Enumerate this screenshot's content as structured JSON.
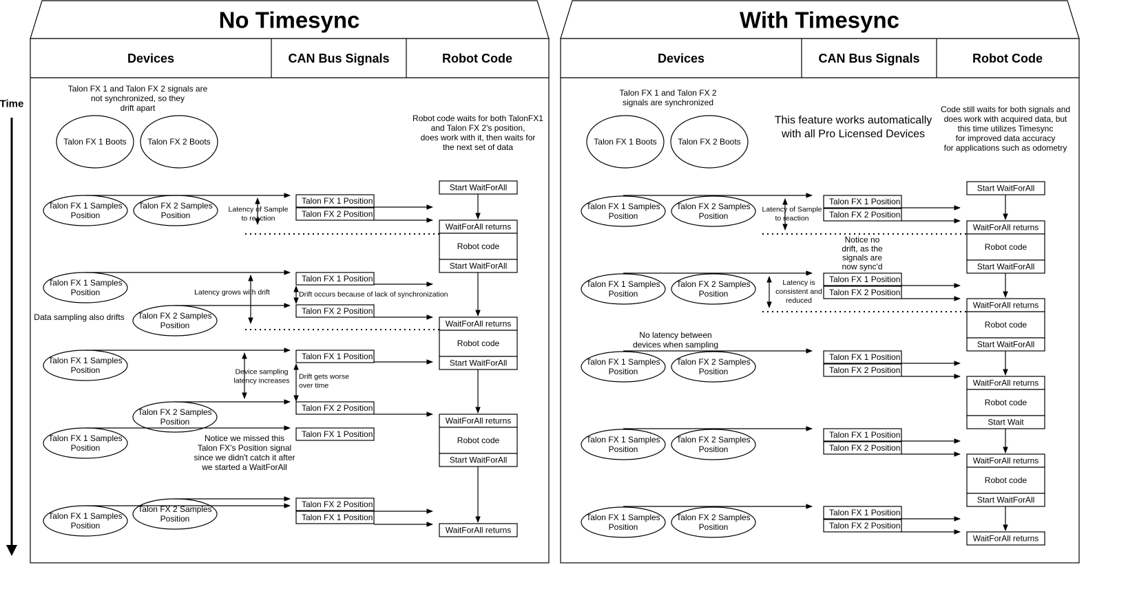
{
  "time_label": "Time",
  "panels": [
    {
      "title": "No Timesync",
      "col_devices": "Devices",
      "col_can": "CAN Bus Signals",
      "col_robot": "Robot Code",
      "boot_note": [
        "Talon FX 1 and Talon FX 2 signals are",
        "not synchronized, so they",
        "drift apart"
      ],
      "robot_note": [
        "Robot code waits for both TalonFX1",
        "and Talon FX 2's position,",
        "does work with it, then waits for",
        "the next set of data"
      ],
      "boot1": "Talon FX 1 Boots",
      "boot2": "Talon FX 2 Boots",
      "annotations": {
        "latency_sample": [
          "Latency of Sample",
          "to reaction"
        ],
        "latency_grows": "Latency grows with drift",
        "drift_occurs": "Drift occurs because of lack of synchronization",
        "data_drifts": "Data sampling also drifts",
        "device_latency": [
          "Device sampling",
          "latency increases"
        ],
        "drift_worse": [
          "Drift gets worse",
          "over time"
        ],
        "missed": [
          "Notice we missed this",
          "Talon FX's Position signal",
          "since we didn't catch it after",
          "we started a WaitForAll"
        ]
      }
    },
    {
      "title": "With Timesync",
      "col_devices": "Devices",
      "col_can": "CAN Bus Signals",
      "col_robot": "Robot Code",
      "boot_note": [
        "Talon FX 1 and Talon FX 2",
        "signals are synchronized"
      ],
      "feature_note": [
        "This feature works automatically",
        "with all Pro Licensed Devices"
      ],
      "robot_note": [
        "Code still waits for both signals and",
        "does work with acquired data, but",
        "this time utilizes Timesync",
        "for improved data accuracy",
        "for applications such as odometry"
      ],
      "boot1": "Talon FX 1 Boots",
      "boot2": "Talon FX 2 Boots",
      "annotations": {
        "latency_sample": [
          "Latency of Sample",
          "to reaction"
        ],
        "no_drift": [
          "Notice no",
          "drift, as the",
          "signals are",
          "now sync'd"
        ],
        "latency_consistent": [
          "Latency is",
          "consistent and",
          "reduced"
        ],
        "no_latency": [
          "No latency between",
          "devices when sampling"
        ]
      }
    }
  ],
  "labels": {
    "fx1_samples": [
      "Talon FX 1 Samples",
      "Position"
    ],
    "fx2_samples": [
      "Talon FX 2 Samples",
      "Position"
    ],
    "fx1_position": "Talon FX 1 Position",
    "fx2_position": "Talon FX 2 Position",
    "start_wait": "Start WaitForAll",
    "start_wait_short": "Start Wait",
    "wait_returns": "WaitForAll returns",
    "robot_code": "Robot code"
  }
}
